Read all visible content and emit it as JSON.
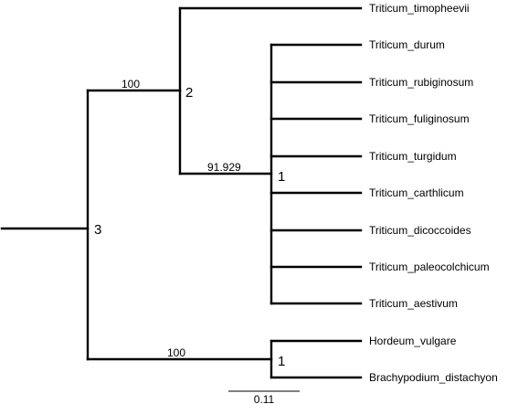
{
  "taxa": [
    "Triticum_timopheevii",
    "Triticum_durum",
    "Triticum_rubiginosum",
    "Triticum_fuliginosum",
    "Triticum_turgidum",
    "Triticum_carthlicum",
    "Triticum_dicoccoides",
    "Triticum_paleocolchicum",
    "Triticum_aestivum",
    "Hordeum_vulgare",
    "Brachypodium_distachyon"
  ],
  "support_values": {
    "clade_2": "100",
    "clade_durum_group": "91.929",
    "clade_hordeum_group": "100"
  },
  "node_numbers": {
    "root": "3",
    "triticum_clade": "2",
    "durum_group": "1",
    "hordeum_group": "1"
  },
  "scale_bar": {
    "label": "0.11"
  }
}
